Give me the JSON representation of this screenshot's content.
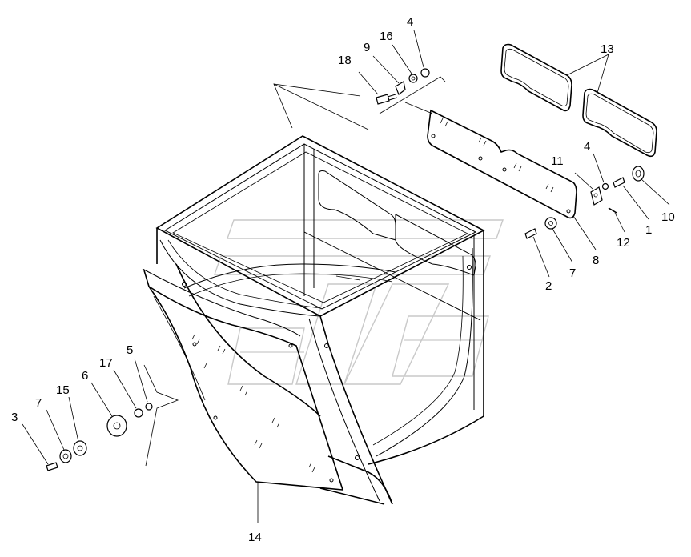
{
  "callouts": [
    {
      "id": "c1",
      "text": "1"
    },
    {
      "id": "c2",
      "text": "2"
    },
    {
      "id": "c3",
      "text": "3"
    },
    {
      "id": "c4a",
      "text": "4"
    },
    {
      "id": "c4b",
      "text": "4"
    },
    {
      "id": "c5",
      "text": "5"
    },
    {
      "id": "c6",
      "text": "6"
    },
    {
      "id": "c7a",
      "text": "7"
    },
    {
      "id": "c7b",
      "text": "7"
    },
    {
      "id": "c8",
      "text": "8"
    },
    {
      "id": "c9",
      "text": "9"
    },
    {
      "id": "c10",
      "text": "10"
    },
    {
      "id": "c11",
      "text": "11"
    },
    {
      "id": "c12",
      "text": "12"
    },
    {
      "id": "c13",
      "text": "13"
    },
    {
      "id": "c14",
      "text": "14"
    },
    {
      "id": "c15",
      "text": "15"
    },
    {
      "id": "c16",
      "text": "16"
    },
    {
      "id": "c17",
      "text": "17"
    },
    {
      "id": "c18",
      "text": "18"
    }
  ]
}
